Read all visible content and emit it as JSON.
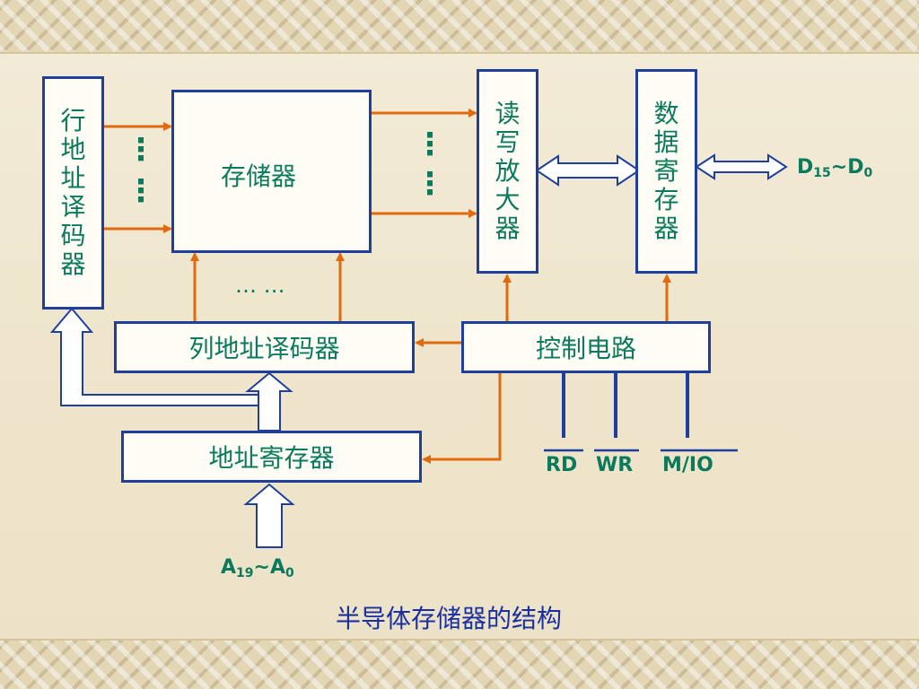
{
  "blocks": {
    "row_decoder": [
      "行",
      "地",
      "址",
      "译",
      "码",
      "器"
    ],
    "memory": "存储器",
    "rw_amp": [
      "读",
      "写",
      "放",
      "大",
      "器"
    ],
    "data_register": [
      "数",
      "据",
      "寄",
      "存",
      "器"
    ],
    "col_decoder": "列地址译码器",
    "control": "控制电路",
    "addr_register": "地址寄存器"
  },
  "signals": {
    "rd": "RD",
    "wr": "WR",
    "mio": "M/IO",
    "data_bus": {
      "main": "D",
      "hi": "15",
      "sep": "~",
      "lo": "0"
    },
    "addr_bus": {
      "main": "A",
      "hi": "19",
      "sep": "~",
      "lo": "0"
    }
  },
  "ellipsis": {
    "vertical": "⋮",
    "horizontal": "…  …"
  },
  "caption": "半导体存储器的结构",
  "colors": {
    "box_border": "#1f3f9c",
    "text": "#0b7a5c",
    "arrow": "#e06a10",
    "bus_arrow_fill": "#ffffff",
    "bus_arrow_stroke": "#1f3f9c",
    "caption": "#1a2fa0"
  }
}
